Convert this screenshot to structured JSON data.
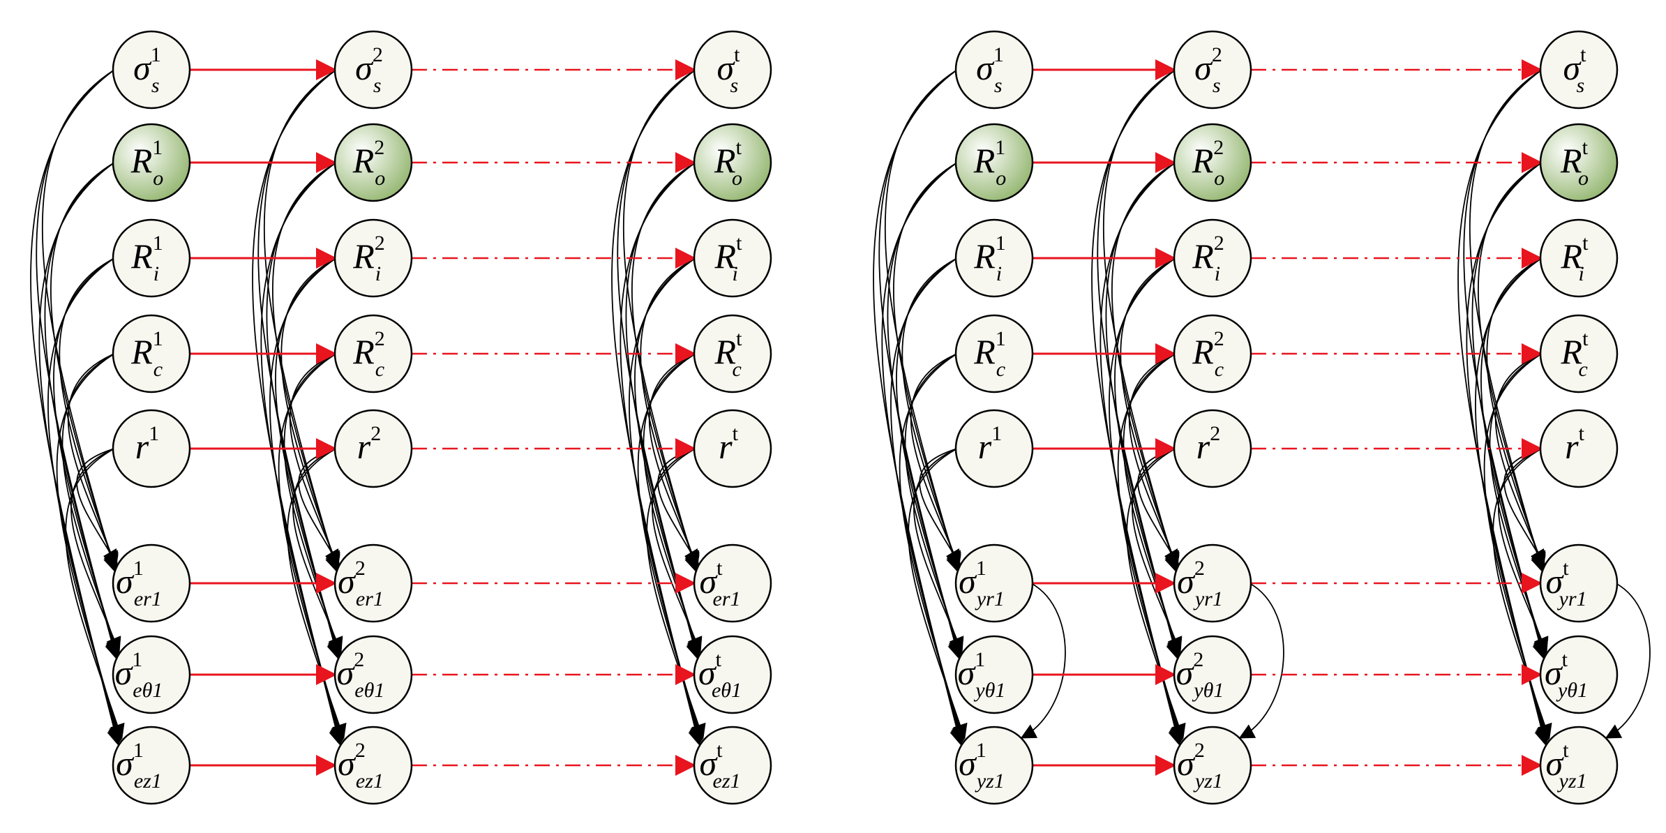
{
  "panels": [
    {
      "id": "left",
      "columns": [
        "1",
        "2",
        "t"
      ],
      "rows": [
        {
          "key": "sigma_s",
          "symbol": "σ",
          "sub": "s",
          "shaded": false
        },
        {
          "key": "R_o",
          "symbol": "R",
          "sub": "o",
          "shaded": true
        },
        {
          "key": "R_i",
          "symbol": "R",
          "sub": "i",
          "shaded": false
        },
        {
          "key": "R_c",
          "symbol": "R",
          "sub": "c",
          "shaded": false
        },
        {
          "key": "r",
          "symbol": "r",
          "sub": "",
          "shaded": false
        },
        {
          "key": "sigma_er1",
          "symbol": "σ",
          "sub": "er1",
          "shaded": false
        },
        {
          "key": "sigma_etheta1",
          "symbol": "σ",
          "sub": "eθ1",
          "shaded": false
        },
        {
          "key": "sigma_ez1",
          "symbol": "σ",
          "sub": "ez1",
          "shaded": false
        }
      ]
    },
    {
      "id": "right",
      "columns": [
        "1",
        "2",
        "t"
      ],
      "rows": [
        {
          "key": "sigma_s",
          "symbol": "σ",
          "sub": "s",
          "shaded": false
        },
        {
          "key": "R_o",
          "symbol": "R",
          "sub": "o",
          "shaded": true
        },
        {
          "key": "R_i",
          "symbol": "R",
          "sub": "i",
          "shaded": false
        },
        {
          "key": "R_c",
          "symbol": "R",
          "sub": "c",
          "shaded": false
        },
        {
          "key": "r",
          "symbol": "r",
          "sub": "",
          "shaded": false
        },
        {
          "key": "sigma_yr1",
          "symbol": "σ",
          "sub": "yr1",
          "shaded": false
        },
        {
          "key": "sigma_ytheta1",
          "symbol": "σ",
          "sub": "yθ1",
          "shaded": false
        },
        {
          "key": "sigma_yz1",
          "symbol": "σ",
          "sub": "yz1",
          "shaded": false
        }
      ]
    }
  ],
  "colors": {
    "temporal_edge": "#e8141e",
    "dependency_edge": "#000000",
    "node_fill": "#f7f7f0",
    "node_shaded_light": "#ffffff",
    "node_shaded_dark": "#8fb36a",
    "node_stroke": "#000000"
  }
}
